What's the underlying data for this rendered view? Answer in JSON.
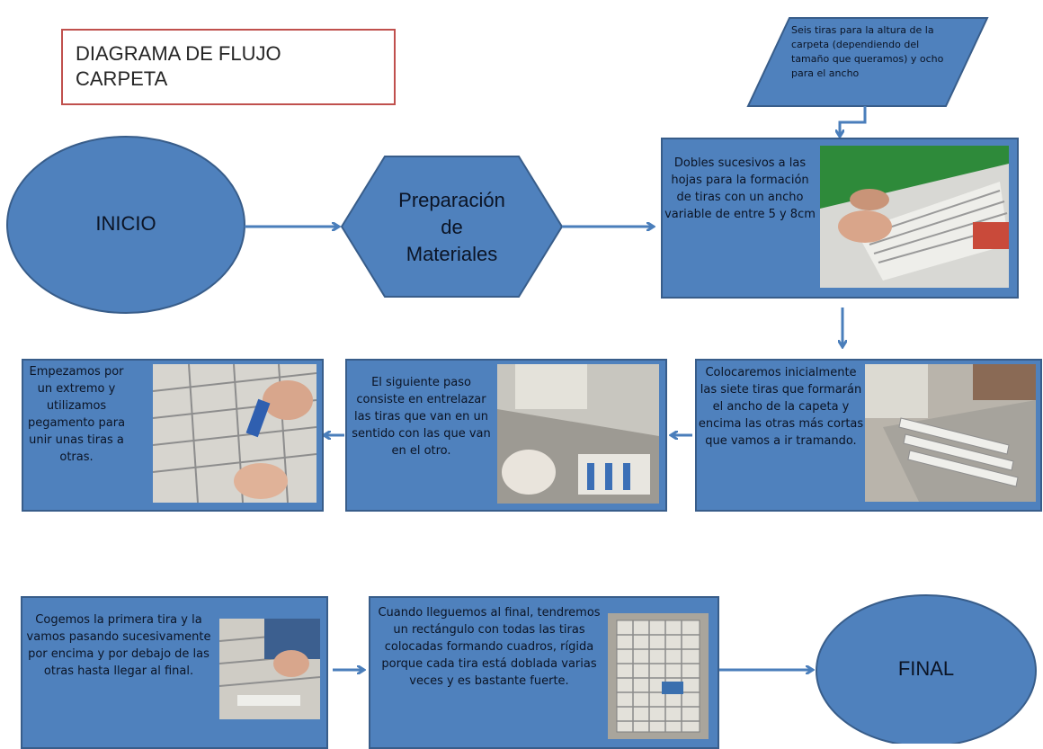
{
  "title": {
    "line1": "DIAGRAMA DE FLUJO",
    "line2": "CARPETA"
  },
  "nodes": {
    "start": "INICIO",
    "prep": {
      "line1": "Preparación",
      "line2": "de",
      "line3": "Materiales"
    },
    "input": "Seis tiras para la altura de la carpeta (dependiendo del tamaño que queramos) y ocho para el ancho",
    "step1": "Dobles sucesivos a las hojas para la formación de tiras con un ancho variable de entre 5 y 8cm",
    "step2": "Colocaremos inicialmente las siete tiras que formarán el ancho de la capeta y encima las otras más cortas que vamos a ir tramando.",
    "step3": "El siguiente paso consiste en entrelazar las tiras que van en un sentido con las que van en el otro.",
    "step4": "Empezamos por un extremo y utilizamos pegamento para unir unas tiras a otras.",
    "step5": "Cogemos la primera tira y la vamos pasando sucesivamente por encima y por debajo de las otras hasta llegar al final.",
    "step6": "Cuando lleguemos al final, tendremos un rectángulo con todas las tiras colocadas formando cuadros, rígida porque cada tira está doblada varias veces y es bastante fuerte.",
    "end": "FINAL"
  },
  "colors": {
    "fill": "#4f81bd",
    "stroke": "#385d8a",
    "title_border": "#c0504d"
  }
}
